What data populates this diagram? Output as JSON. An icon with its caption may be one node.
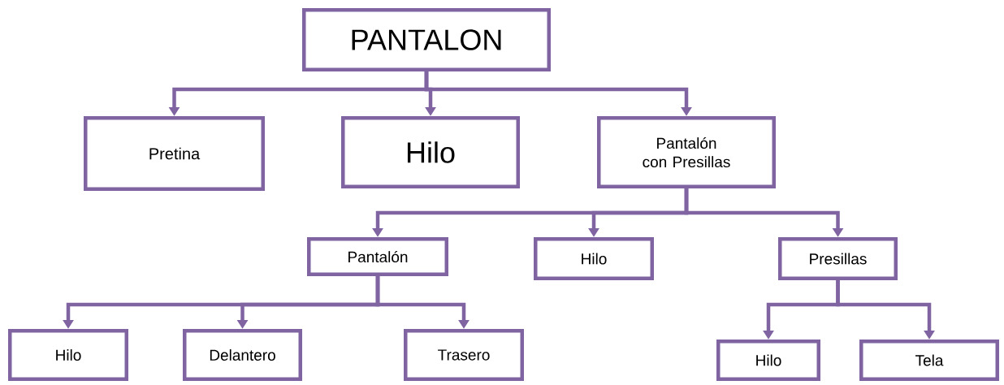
{
  "diagram": {
    "nodes": [
      {
        "text": [
          "PANTALON"
        ]
      },
      {
        "text": [
          "Pretina"
        ]
      },
      {
        "text": [
          "Hilo"
        ]
      },
      {
        "text": [
          "Pantalón con Presillas"
        ]
      },
      {
        "text": [
          "Pantalón"
        ]
      },
      {
        "text": [
          "Hilo"
        ]
      },
      {
        "text": [
          "Presillas"
        ]
      },
      {
        "text": [
          "Hilo"
        ]
      },
      {
        "text": [
          "Delantero"
        ]
      },
      {
        "text": [
          "Trasero"
        ]
      },
      {
        "text": [
          "Hilo"
        ]
      },
      {
        "text": [
          "Tela"
        ]
      }
    ],
    "edges": [
      {
        "from": 0,
        "to": 1,
        "arrow": "to"
      },
      {
        "from": 0,
        "to": 2,
        "arrow": "to"
      },
      {
        "from": 0,
        "to": 3,
        "arrow": "to"
      },
      {
        "from": 3,
        "to": 4,
        "arrow": "to"
      },
      {
        "from": 3,
        "to": 5,
        "arrow": "to"
      },
      {
        "from": 3,
        "to": 6,
        "arrow": "to"
      },
      {
        "from": 4,
        "to": 7,
        "arrow": "to"
      },
      {
        "from": 4,
        "to": 8,
        "arrow": "to"
      },
      {
        "from": 4,
        "to": 9,
        "arrow": "to"
      },
      {
        "from": 6,
        "to": 10,
        "arrow": "to"
      },
      {
        "from": 6,
        "to": 11,
        "arrow": "to"
      }
    ]
  }
}
